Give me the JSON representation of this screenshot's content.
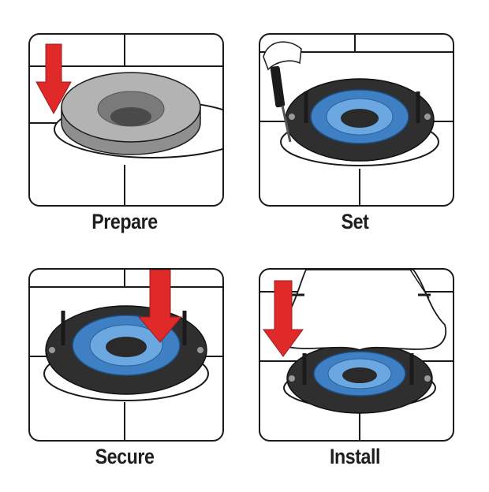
{
  "steps": [
    {
      "label": "Prepare"
    },
    {
      "label": "Set"
    },
    {
      "label": "Secure"
    },
    {
      "label": "Install"
    }
  ],
  "colors": {
    "arrow": "#e02a2a",
    "flange": "#2f2f2f",
    "seal_blue": "#4f8fcf",
    "wax_ring": "#a9a9a9",
    "outline": "#1a1a1a"
  },
  "icons": [
    "down-arrow-icon",
    "screwdriver-icon",
    "toilet-bowl-icon",
    "wax-ring-icon",
    "flange-seal-icon"
  ]
}
